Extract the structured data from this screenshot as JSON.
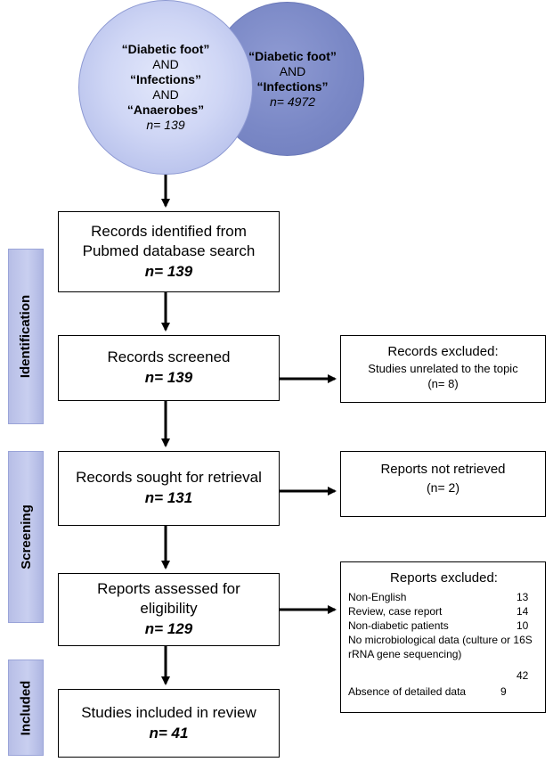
{
  "search_terms": {
    "inner": {
      "line1": "“Diabetic foot”",
      "and1": "AND",
      "line2": "“Infections”",
      "and2": "AND",
      "line3": "“Anaerobes”",
      "count": "n= 139"
    },
    "outer": {
      "line1": "“Diabetic foot”",
      "and1": "AND",
      "line2": "“Infections”",
      "count": "n= 4972"
    }
  },
  "phases": {
    "identification": "Identification",
    "screening": "Screening",
    "included": "Included"
  },
  "flow": {
    "identified": {
      "text": "Records identified from Pubmed database search",
      "count": "n= 139"
    },
    "screened": {
      "text": "Records screened",
      "count": "n= 139"
    },
    "sought": {
      "text": "Records sought for retrieval",
      "count": "n= 131"
    },
    "assessed": {
      "text": "Reports assessed for eligibility",
      "count": "n= 129"
    },
    "included": {
      "text": "Studies included in review",
      "count": "n= 41"
    }
  },
  "exclusions": {
    "records_excluded": {
      "title": "Records excluded:",
      "reason": "Studies unrelated to the topic",
      "count": "(n= 8)"
    },
    "not_retrieved": {
      "title": "Reports not retrieved",
      "count": "(n= 2)"
    },
    "reports_excluded": {
      "title": "Reports excluded:",
      "rows": [
        {
          "label": "Non-English",
          "value": "13"
        },
        {
          "label": "Review, case report",
          "value": "14"
        },
        {
          "label": "Non-diabetic patients",
          "value": "10"
        },
        {
          "label": "No microbiological data (culture or 16S rRNA gene sequencing)",
          "value": "42"
        },
        {
          "label": "Absence of detailed data",
          "value": "9"
        }
      ]
    }
  }
}
